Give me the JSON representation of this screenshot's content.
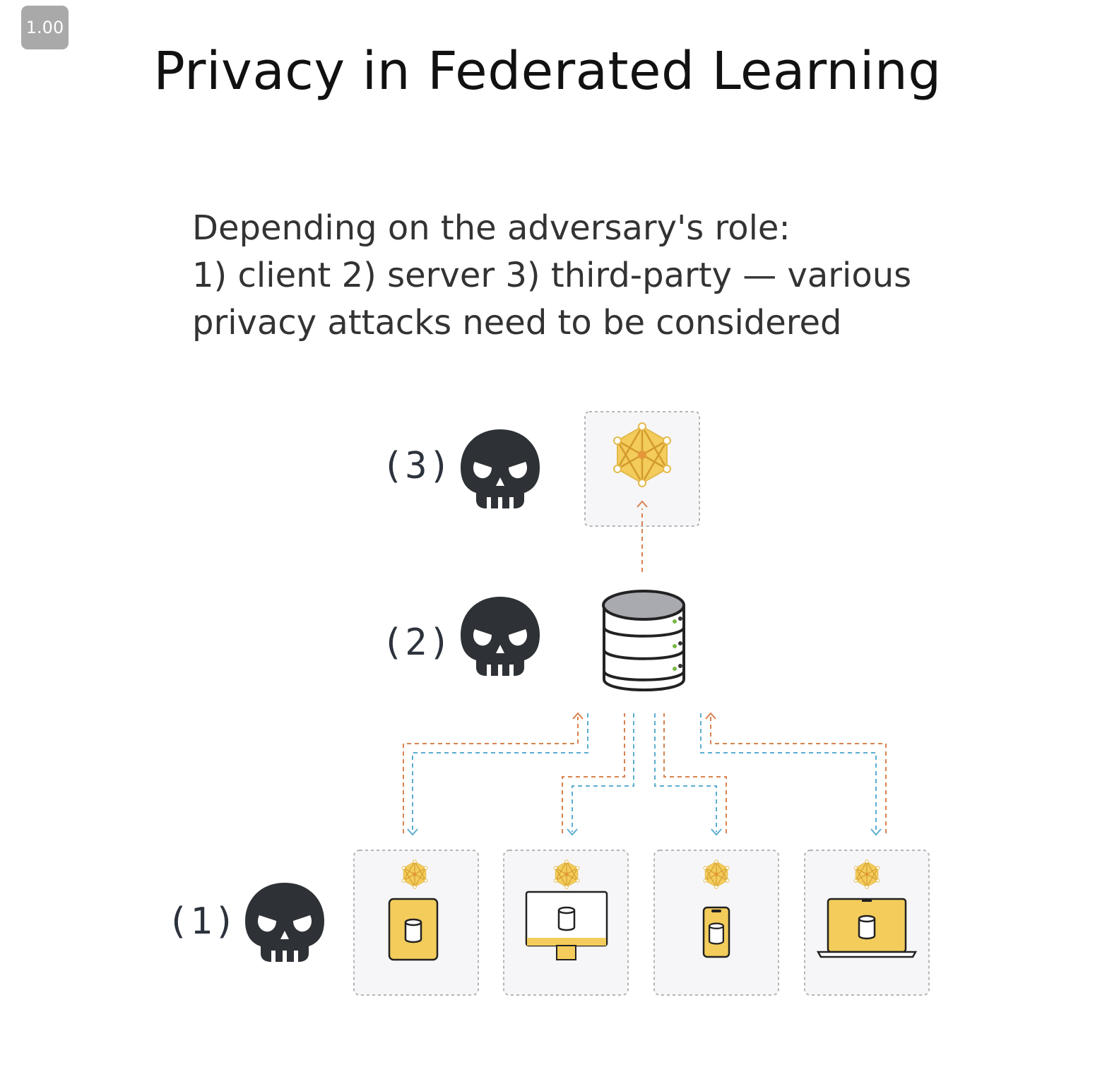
{
  "badge": {
    "speed": "1.00"
  },
  "slide": {
    "title": "Privacy in Federated Learning",
    "subtitle_lines": [
      "Depending on the adversary's role:",
      "1) client 2) server 3) third-party — various",
      "privacy attacks need to be considered"
    ]
  },
  "roles": [
    {
      "label": "(3)",
      "icon": "skull-icon",
      "attaches_to": "third-party model"
    },
    {
      "label": "(2)",
      "icon": "skull-icon",
      "attaches_to": "server"
    },
    {
      "label": "(1)",
      "icon": "skull-icon",
      "attaches_to": "clients"
    }
  ],
  "nodes": {
    "third_party": {
      "icon": "model-network-icon"
    },
    "server": {
      "icon": "database-server-icon"
    },
    "clients": [
      {
        "device": "tablet-icon",
        "model_icon": "model-network-icon"
      },
      {
        "device": "desktop-monitor-icon",
        "model_icon": "model-network-icon"
      },
      {
        "device": "phone-icon",
        "model_icon": "model-network-icon"
      },
      {
        "device": "laptop-icon",
        "model_icon": "model-network-icon"
      }
    ]
  },
  "colors": {
    "upload_arrow": "#d8824f",
    "download_arrow": "#5aaed0",
    "accent_yellow": "#f3cc5b",
    "skull": "#2e3136",
    "box_border": "#b5b5b5",
    "box_fill": "#f6f6f8"
  }
}
